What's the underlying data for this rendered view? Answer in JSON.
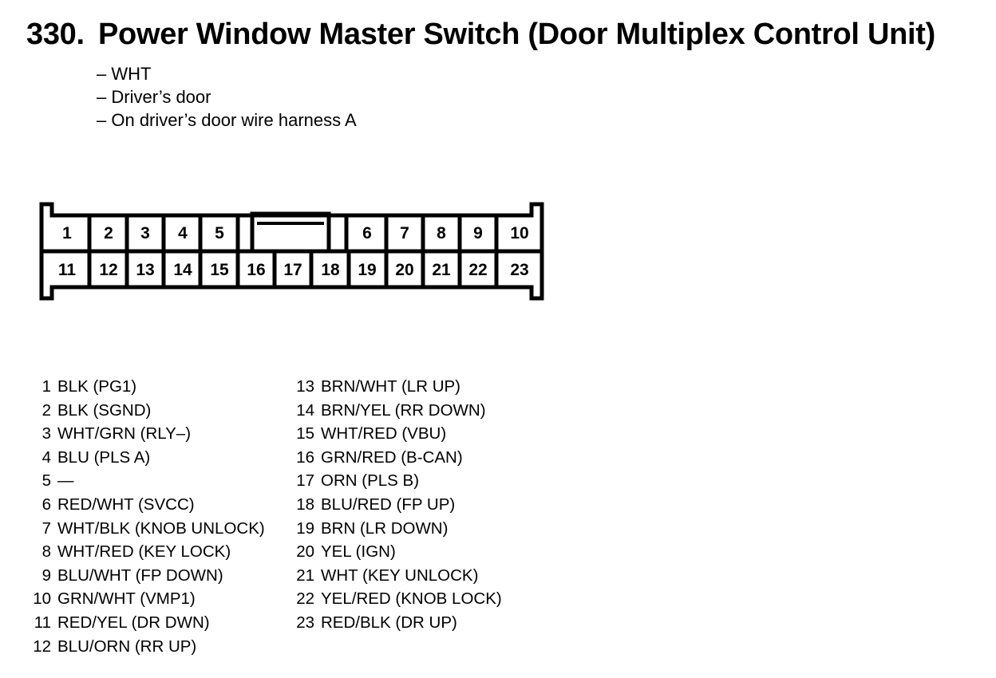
{
  "title": {
    "number": "330.",
    "text": "Power Window Master Switch (Door Multiplex Control Unit)"
  },
  "notes": [
    "WHT",
    "Driver’s door",
    "On driver’s door wire harness A"
  ],
  "pins": [
    {
      "num": "1",
      "desc": "BLK (PG1)"
    },
    {
      "num": "2",
      "desc": "BLK (SGND)"
    },
    {
      "num": "3",
      "desc": "WHT/GRN (RLY–)"
    },
    {
      "num": "4",
      "desc": "BLU (PLS A)"
    },
    {
      "num": "5",
      "desc": "—"
    },
    {
      "num": "6",
      "desc": "RED/WHT (SVCC)"
    },
    {
      "num": "7",
      "desc": "WHT/BLK (KNOB UNLOCK)"
    },
    {
      "num": "8",
      "desc": "WHT/RED (KEY LOCK)"
    },
    {
      "num": "9",
      "desc": "BLU/WHT (FP DOWN)"
    },
    {
      "num": "10",
      "desc": "GRN/WHT (VMP1)"
    },
    {
      "num": "11",
      "desc": "RED/YEL (DR DWN)"
    },
    {
      "num": "12",
      "desc": "BLU/ORN (RR UP)"
    },
    {
      "num": "13",
      "desc": "BRN/WHT (LR UP)"
    },
    {
      "num": "14",
      "desc": "BRN/YEL (RR DOWN)"
    },
    {
      "num": "15",
      "desc": "WHT/RED (VBU)"
    },
    {
      "num": "16",
      "desc": "GRN/RED (B-CAN)"
    },
    {
      "num": "17",
      "desc": "ORN (PLS B)"
    },
    {
      "num": "18",
      "desc": "BLU/RED (FP UP)"
    },
    {
      "num": "19",
      "desc": "BRN (LR DOWN)"
    },
    {
      "num": "20",
      "desc": "YEL (IGN)"
    },
    {
      "num": "21",
      "desc": "WHT (KEY UNLOCK)"
    },
    {
      "num": "22",
      "desc": "YEL/RED (KNOB LOCK)"
    },
    {
      "num": "23",
      "desc": "RED/BLK (DR UP)"
    }
  ],
  "connector": {
    "top_row": [
      "1",
      "2",
      "3",
      "4",
      "5",
      "6",
      "7",
      "8",
      "9",
      "10"
    ],
    "bottom_row": [
      "11",
      "12",
      "13",
      "14",
      "15",
      "16",
      "17",
      "18",
      "19",
      "20",
      "21",
      "22",
      "23"
    ]
  }
}
